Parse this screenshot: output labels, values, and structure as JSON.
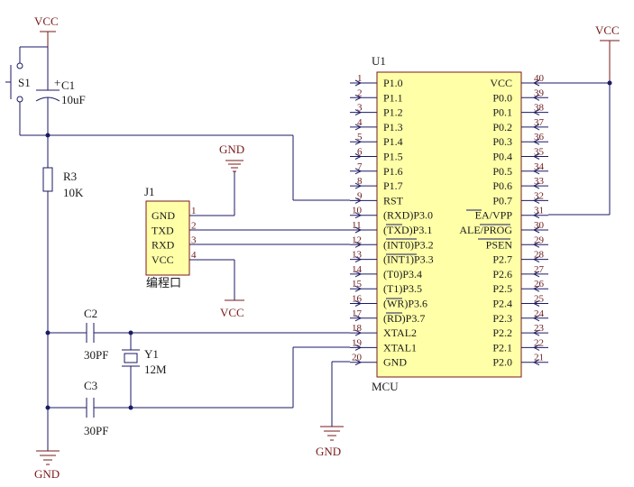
{
  "power_labels": {
    "vcc_top_left": "VCC",
    "vcc_top_right": "VCC",
    "vcc_j1": "VCC",
    "gnd_j1": "GND",
    "gnd_mcu": "GND",
    "gnd_bottom_left": "GND"
  },
  "components": {
    "s1": {
      "ref": "S1"
    },
    "c1": {
      "ref": "C1",
      "value": "10uF",
      "polarity": "+"
    },
    "r3": {
      "ref": "R3",
      "value": "10K"
    },
    "c2": {
      "ref": "C2",
      "value": "30PF"
    },
    "c3": {
      "ref": "C3",
      "value": "30PF"
    },
    "y1": {
      "ref": "Y1",
      "value": "12M"
    },
    "j1": {
      "ref": "J1",
      "caption": "编程口",
      "pins": [
        {
          "num": "1",
          "name": "GND"
        },
        {
          "num": "2",
          "name": "TXD"
        },
        {
          "num": "3",
          "name": "RXD"
        },
        {
          "num": "4",
          "name": "VCC"
        }
      ]
    },
    "u1": {
      "ref": "U1",
      "caption": "MCU",
      "left_pins": [
        {
          "num": "1",
          "name": "P1.0"
        },
        {
          "num": "2",
          "name": "P1.1"
        },
        {
          "num": "3",
          "name": "P1.2"
        },
        {
          "num": "4",
          "name": "P1.3"
        },
        {
          "num": "5",
          "name": "P1.4"
        },
        {
          "num": "6",
          "name": "P1.5"
        },
        {
          "num": "7",
          "name": "P1.6"
        },
        {
          "num": "8",
          "name": "P1.7"
        },
        {
          "num": "9",
          "name": "RST"
        },
        {
          "num": "10",
          "name": "(RXD)P3.0"
        },
        {
          "num": "11",
          "name": "(TXD)P3.1"
        },
        {
          "num": "12",
          "name": "(INT0)P3.2"
        },
        {
          "num": "13",
          "name": "(INT1)P3.3"
        },
        {
          "num": "14",
          "name": "(T0)P3.4"
        },
        {
          "num": "15",
          "name": "(T1)P3.5"
        },
        {
          "num": "16",
          "name": "(WR)P3.6"
        },
        {
          "num": "17",
          "name": "(RD)P3.7"
        },
        {
          "num": "18",
          "name": "XTAL2"
        },
        {
          "num": "19",
          "name": "XTAL1"
        },
        {
          "num": "20",
          "name": "GND"
        }
      ],
      "right_pins": [
        {
          "num": "40",
          "name": "VCC"
        },
        {
          "num": "39",
          "name": "P0.0"
        },
        {
          "num": "38",
          "name": "P0.1"
        },
        {
          "num": "37",
          "name": "P0.2"
        },
        {
          "num": "36",
          "name": "P0.3"
        },
        {
          "num": "35",
          "name": "P0.4"
        },
        {
          "num": "34",
          "name": "P0.5"
        },
        {
          "num": "33",
          "name": "P0.6"
        },
        {
          "num": "32",
          "name": "P0.7"
        },
        {
          "num": "31",
          "name": "EA/VPP"
        },
        {
          "num": "30",
          "name": "ALE/PROG"
        },
        {
          "num": "29",
          "name": "PSEN"
        },
        {
          "num": "28",
          "name": "P2.7"
        },
        {
          "num": "27",
          "name": "P2.6"
        },
        {
          "num": "26",
          "name": "P2.5"
        },
        {
          "num": "25",
          "name": "P2.4"
        },
        {
          "num": "24",
          "name": "P2.3"
        },
        {
          "num": "23",
          "name": "P2.2"
        },
        {
          "num": "22",
          "name": "P2.1"
        },
        {
          "num": "21",
          "name": "P2.0"
        }
      ]
    }
  },
  "colors": {
    "wire": "#1a1a66",
    "power": "#7a1a1a",
    "chip_fill": "#ffffa8",
    "chip_border": "#7a1a1a",
    "pin_number": "#6b1a1a"
  }
}
